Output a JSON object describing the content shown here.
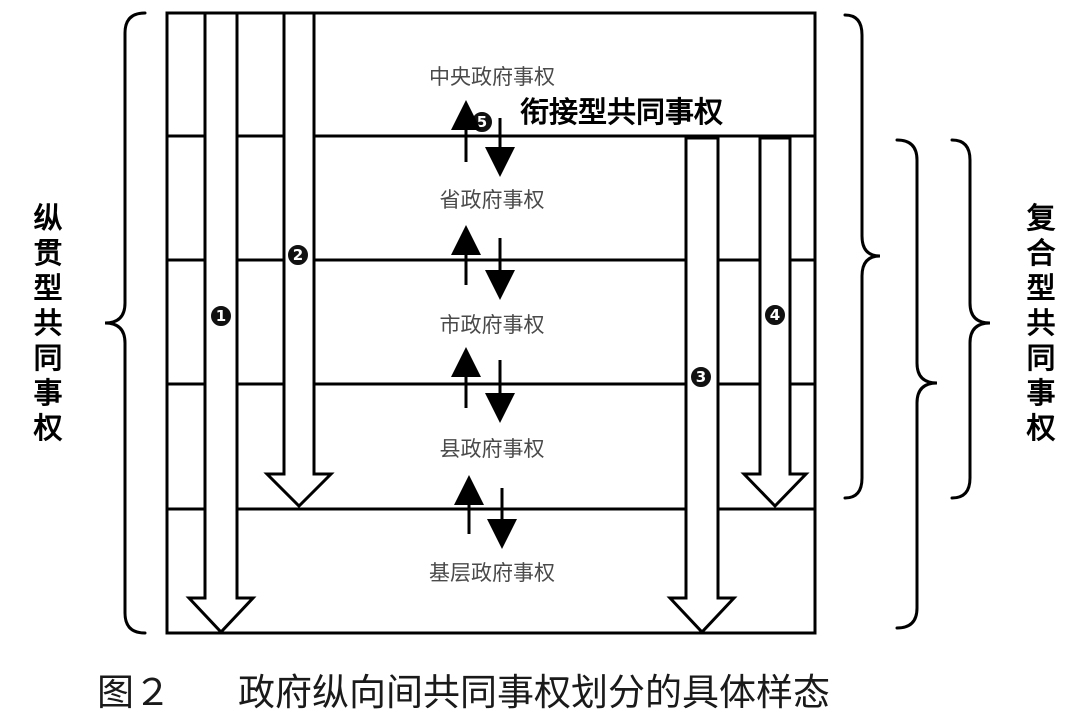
{
  "levels": [
    "中央政府事权",
    "省政府事权",
    "市政府事权",
    "县政府事权",
    "基层政府事权"
  ],
  "left_label": [
    "纵",
    "贯",
    "型",
    "共",
    "同",
    "事",
    "权"
  ],
  "right_label": [
    "复",
    "合",
    "型",
    "共",
    "同",
    "事",
    "权"
  ],
  "linking_label": "衔接型共同事权",
  "arrow_numbers": [
    "①",
    "②",
    "③",
    "④",
    "⑤"
  ],
  "caption": {
    "figure": "图２",
    "title": "政府纵向间共同事权划分的具体样态"
  }
}
